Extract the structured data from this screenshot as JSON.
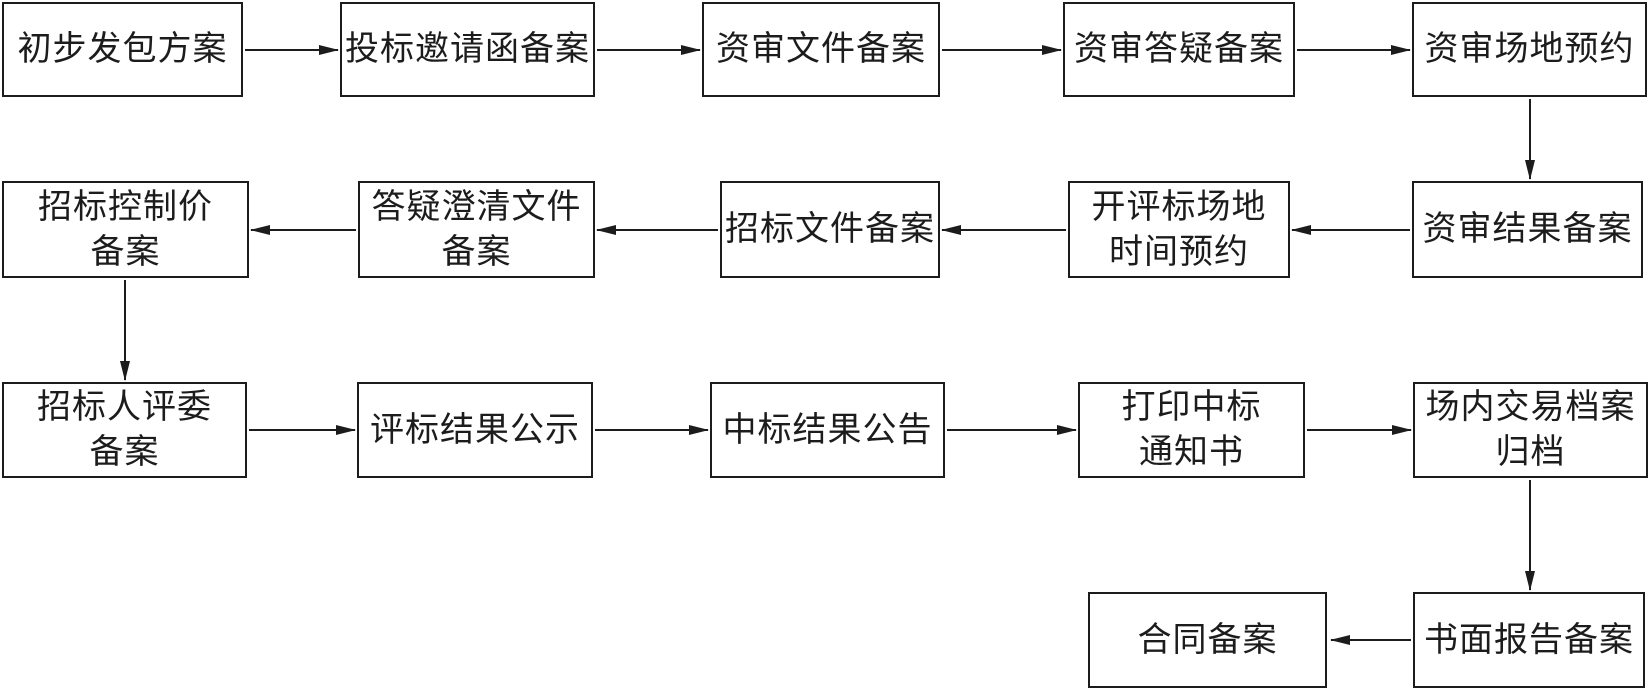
{
  "diagram": {
    "title": "",
    "type": "flowchart",
    "background_color": "#ffffff",
    "line_color": "#1c1c1c",
    "box_fill_color": "#ffffff",
    "nodes": [
      {
        "id": "preliminary-package-plan",
        "label": "初步发包方案"
      },
      {
        "id": "bid-invitation-letter-filing",
        "label": "投标邀请函备案"
      },
      {
        "id": "prequalification-document-filing",
        "label": "资审文件备案"
      },
      {
        "id": "prequalification-qa-filing",
        "label": "资审答疑备案"
      },
      {
        "id": "prequalification-venue-booking",
        "label": "资审场地预约"
      },
      {
        "id": "prequalification-result-filing",
        "label": "资审结果备案"
      },
      {
        "id": "bid-opening-venue-time-booking",
        "label": "开评标场地\n时间预约"
      },
      {
        "id": "tender-document-filing",
        "label": "招标文件备案"
      },
      {
        "id": "clarification-document-filing",
        "label": "答疑澄清文件\n备案"
      },
      {
        "id": "tender-control-price-filing",
        "label": "招标控制价\n备案"
      },
      {
        "id": "tenderer-jury-filing",
        "label": "招标人评委\n备案"
      },
      {
        "id": "evaluation-result-publicity",
        "label": "评标结果公示"
      },
      {
        "id": "winning-result-announcement",
        "label": "中标结果公告"
      },
      {
        "id": "print-winning-notice",
        "label": "打印中标\n通知书"
      },
      {
        "id": "onsite-trading-archive-filing",
        "label": "场内交易档案\n归档"
      },
      {
        "id": "written-report-filing",
        "label": "书面报告备案"
      },
      {
        "id": "contract-filing",
        "label": "合同备案"
      }
    ],
    "edges": [
      {
        "from": "preliminary-package-plan",
        "to": "bid-invitation-letter-filing"
      },
      {
        "from": "bid-invitation-letter-filing",
        "to": "prequalification-document-filing"
      },
      {
        "from": "prequalification-document-filing",
        "to": "prequalification-qa-filing"
      },
      {
        "from": "prequalification-qa-filing",
        "to": "prequalification-venue-booking"
      },
      {
        "from": "prequalification-venue-booking",
        "to": "prequalification-result-filing"
      },
      {
        "from": "prequalification-result-filing",
        "to": "bid-opening-venue-time-booking"
      },
      {
        "from": "bid-opening-venue-time-booking",
        "to": "tender-document-filing"
      },
      {
        "from": "tender-document-filing",
        "to": "clarification-document-filing"
      },
      {
        "from": "clarification-document-filing",
        "to": "tender-control-price-filing"
      },
      {
        "from": "tender-control-price-filing",
        "to": "tenderer-jury-filing"
      },
      {
        "from": "tenderer-jury-filing",
        "to": "evaluation-result-publicity"
      },
      {
        "from": "evaluation-result-publicity",
        "to": "winning-result-announcement"
      },
      {
        "from": "winning-result-announcement",
        "to": "print-winning-notice"
      },
      {
        "from": "print-winning-notice",
        "to": "onsite-trading-archive-filing"
      },
      {
        "from": "onsite-trading-archive-filing",
        "to": "written-report-filing"
      },
      {
        "from": "written-report-filing",
        "to": "contract-filing"
      }
    ]
  }
}
